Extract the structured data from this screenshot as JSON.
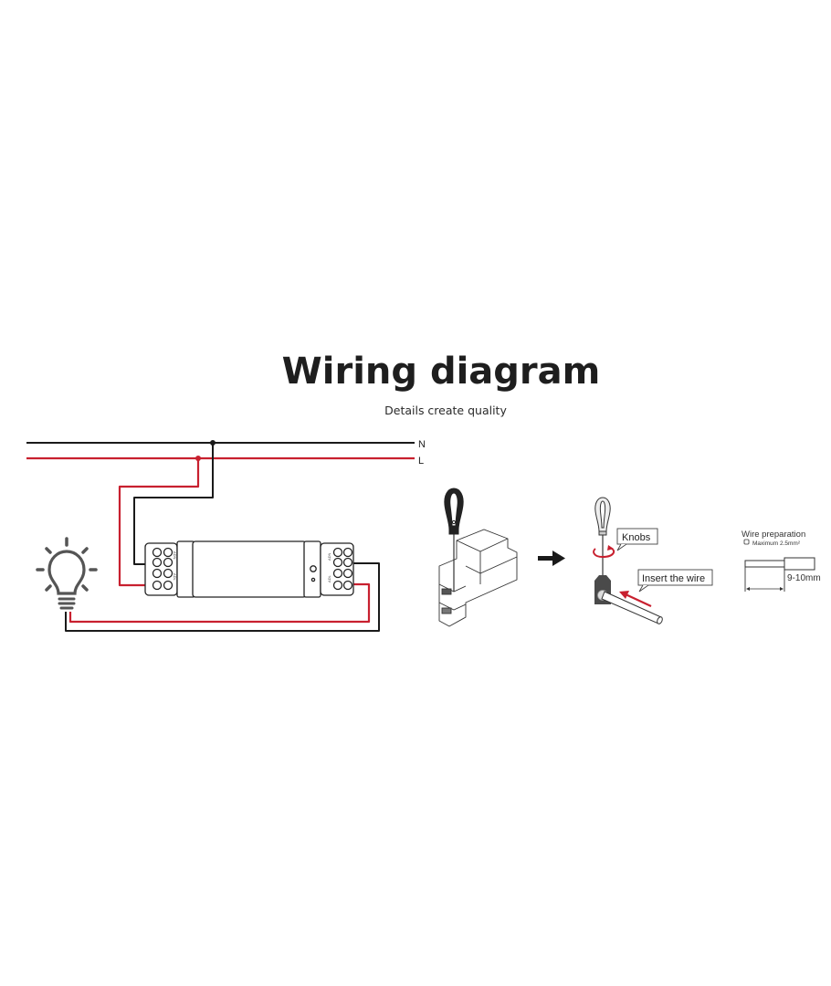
{
  "header": {
    "title": "Wiring diagram",
    "subtitle": "Details create quality"
  },
  "wiring": {
    "line_labels": {
      "neutral": "N",
      "live": "L"
    },
    "terminal_labels_left": [
      "ADN",
      "ADL"
    ],
    "terminal_labels_right": [
      "ADN",
      "ADL"
    ],
    "colors": {
      "neutral_wire": "#1a1a1a",
      "live_wire": "#c8202f",
      "bulb": "#555555"
    }
  },
  "installation": {
    "knobs_label": "Knobs",
    "insert_label": "Insert the wire",
    "arrow_color": "#c8202f",
    "block_color": "#4a4a4a"
  },
  "wire_preparation": {
    "title": "Wire preparation",
    "max_section": "Maximum 2.5mm²",
    "strip_length": "9-10mm"
  }
}
